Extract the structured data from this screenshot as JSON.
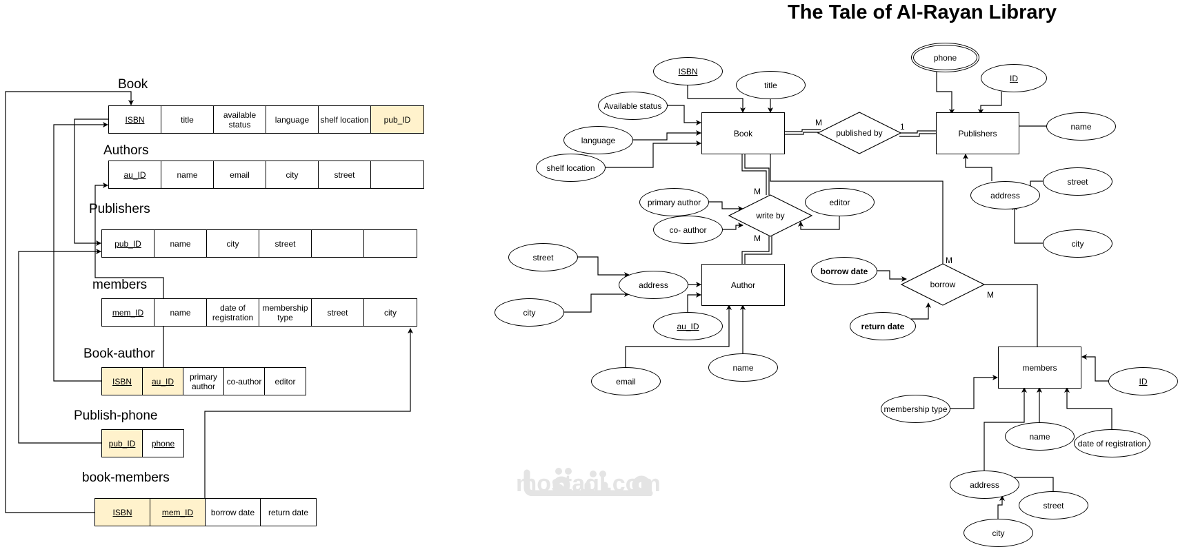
{
  "title": "The Tale of Al-Rayan Library",
  "relational_schema": {
    "tables": [
      {
        "name": "Book",
        "columns": [
          {
            "label": "ISBN",
            "pk": true,
            "fk": false
          },
          {
            "label": "title",
            "pk": false,
            "fk": false
          },
          {
            "label": "available status",
            "pk": false,
            "fk": false
          },
          {
            "label": "language",
            "pk": false,
            "fk": false
          },
          {
            "label": "shelf location",
            "pk": false,
            "fk": false
          },
          {
            "label": "pub_ID",
            "pk": false,
            "fk": true
          }
        ]
      },
      {
        "name": "Authors",
        "columns": [
          {
            "label": "au_ID",
            "pk": true,
            "fk": false
          },
          {
            "label": "name",
            "pk": false,
            "fk": false
          },
          {
            "label": "email",
            "pk": false,
            "fk": false
          },
          {
            "label": "city",
            "pk": false,
            "fk": false
          },
          {
            "label": "street",
            "pk": false,
            "fk": false
          },
          {
            "label": "",
            "pk": false,
            "fk": false
          }
        ]
      },
      {
        "name": "Publishers",
        "columns": [
          {
            "label": "pub_ID",
            "pk": true,
            "fk": false
          },
          {
            "label": "name",
            "pk": false,
            "fk": false
          },
          {
            "label": "city",
            "pk": false,
            "fk": false
          },
          {
            "label": "street",
            "pk": false,
            "fk": false
          },
          {
            "label": "",
            "pk": false,
            "fk": false
          },
          {
            "label": "",
            "pk": false,
            "fk": false
          }
        ]
      },
      {
        "name": "members",
        "columns": [
          {
            "label": "mem_ID",
            "pk": true,
            "fk": false
          },
          {
            "label": "name",
            "pk": false,
            "fk": false
          },
          {
            "label": "date of registration",
            "pk": false,
            "fk": false
          },
          {
            "label": "membership type",
            "pk": false,
            "fk": false
          },
          {
            "label": "street",
            "pk": false,
            "fk": false
          },
          {
            "label": "city",
            "pk": false,
            "fk": false
          }
        ]
      },
      {
        "name": "Book-author",
        "columns": [
          {
            "label": "ISBN",
            "pk": true,
            "fk": true
          },
          {
            "label": "au_ID",
            "pk": true,
            "fk": true
          },
          {
            "label": "primary author",
            "pk": false,
            "fk": false
          },
          {
            "label": "co-author",
            "pk": false,
            "fk": false
          },
          {
            "label": "editor",
            "pk": false,
            "fk": false
          }
        ]
      },
      {
        "name": "Publish-phone",
        "columns": [
          {
            "label": "pub_ID",
            "pk": true,
            "fk": true
          },
          {
            "label": "phone",
            "pk": true,
            "fk": false
          }
        ]
      },
      {
        "name": "book-members",
        "columns": [
          {
            "label": "ISBN",
            "pk": true,
            "fk": true
          },
          {
            "label": "mem_ID",
            "pk": true,
            "fk": true
          },
          {
            "label": "borrow date",
            "pk": false,
            "fk": false
          },
          {
            "label": "return date",
            "pk": false,
            "fk": false
          }
        ]
      }
    ]
  },
  "er_diagram": {
    "entities": {
      "book": "Book",
      "publishers": "Publishers",
      "author": "Author",
      "members": "members"
    },
    "relationships": {
      "published_by": "published by",
      "write_by": "write by",
      "borrow": "borrow"
    },
    "attributes": {
      "book_isbn": "ISBN",
      "book_title": "title",
      "book_available_status": "Available status",
      "book_language": "language",
      "book_shelf_location": "shelf location",
      "pub_phone": "phone",
      "pub_id": "ID",
      "pub_name": "name",
      "pub_address": "address",
      "pub_street": "street",
      "pub_city": "city",
      "wb_primary_author": "primary author",
      "wb_co_author": "co- author",
      "wb_editor": "editor",
      "au_street": "street",
      "au_address": "address",
      "au_city": "city",
      "au_id": "au_ID",
      "au_email": "email",
      "au_name": "name",
      "br_borrow_date": "borrow date",
      "br_return_date": "return date",
      "mem_id": "ID",
      "mem_membership_type": "membership type",
      "mem_name": "name",
      "mem_date_of_registration": "date of registration",
      "mem_address": "address",
      "mem_street": "street",
      "mem_city": "city"
    },
    "cardinalities": {
      "book_published": "M",
      "published_publisher": "1",
      "book_write": "M",
      "write_author": "M",
      "book_borrow": "M",
      "borrow_members": "M"
    }
  },
  "watermark": {
    "text": "mostaql.com",
    "color": "#e4e4e4"
  },
  "colors": {
    "foreign_key_fill": "#fff2cc",
    "line": "#000000"
  }
}
